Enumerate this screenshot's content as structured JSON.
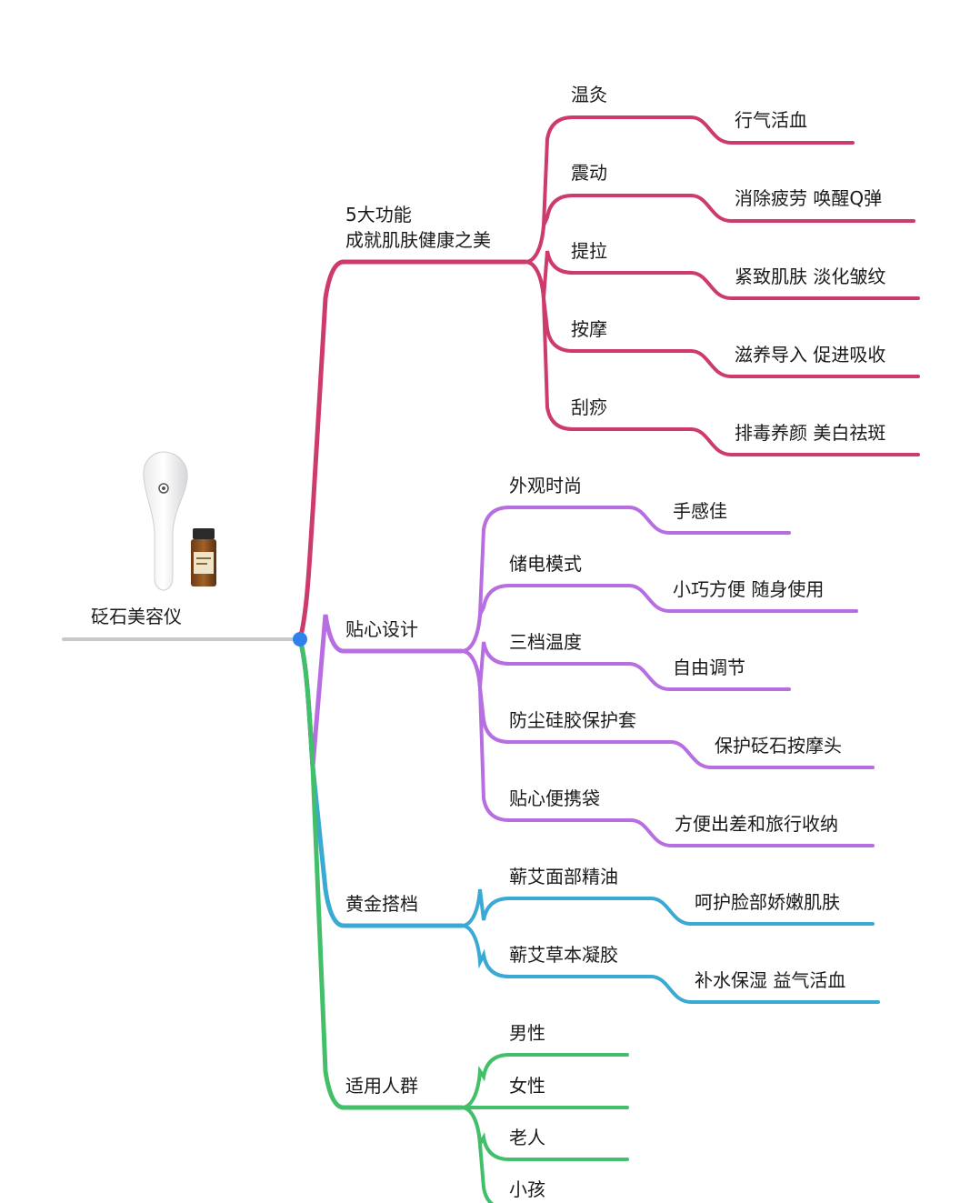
{
  "colors": {
    "root_line": "#c8c8c8",
    "node_dot": "#2f80ed",
    "functions": "#cc3a6e",
    "design": "#b76ee0",
    "partner": "#3aa9d4",
    "people": "#43bf6a"
  },
  "root": {
    "label": "砭石美容仪",
    "image": "beauty-device-and-oil-bottle"
  },
  "branches": [
    {
      "key": "functions",
      "label_line1": "5大功能",
      "label_line2": "成就肌肤健康之美",
      "children": [
        {
          "label": "温灸",
          "detail": "行气活血"
        },
        {
          "label": "震动",
          "detail": "消除疲劳 唤醒Q弹"
        },
        {
          "label": "提拉",
          "detail": "紧致肌肤 淡化皱纹"
        },
        {
          "label": "按摩",
          "detail": "滋养导入 促进吸收"
        },
        {
          "label": "刮痧",
          "detail": "排毒养颜 美白祛斑"
        }
      ]
    },
    {
      "key": "design",
      "label_line1": "贴心设计",
      "children": [
        {
          "label": "外观时尚",
          "detail": "手感佳"
        },
        {
          "label": "储电模式",
          "detail": "小巧方便 随身使用"
        },
        {
          "label": "三档温度",
          "detail": "自由调节"
        },
        {
          "label": "防尘硅胶保护套",
          "detail": "保护砭石按摩头"
        },
        {
          "label": "贴心便携袋",
          "detail": "方便出差和旅行收纳"
        }
      ]
    },
    {
      "key": "partner",
      "label_line1": "黄金搭档",
      "children": [
        {
          "label": "蕲艾面部精油",
          "detail": "呵护脸部娇嫩肌肤"
        },
        {
          "label": "蕲艾草本凝胶",
          "detail": "补水保湿 益气活血"
        }
      ]
    },
    {
      "key": "people",
      "label_line1": "适用人群",
      "children": [
        {
          "label": "男性"
        },
        {
          "label": "女性"
        },
        {
          "label": "老人"
        },
        {
          "label": "小孩"
        }
      ]
    }
  ]
}
